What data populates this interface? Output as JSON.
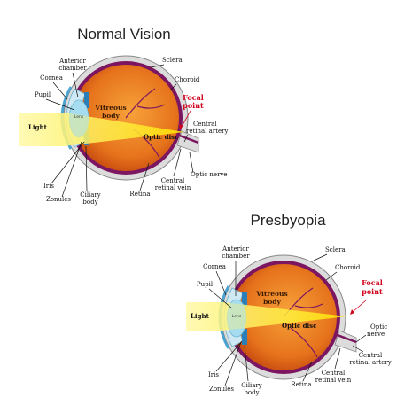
{
  "diagrams": [
    {
      "title": "Normal Vision",
      "labels": {
        "anterior_chamber": [
          "Anterior",
          "chamber"
        ],
        "cornea": "Cornea",
        "pupil": "Pupil",
        "light": "Light",
        "iris": "Iris",
        "zonules": "Zonules",
        "ciliary_body": [
          "Ciliary",
          "body"
        ],
        "lens": "Lens",
        "vitreous_body": [
          "Vitreous",
          "body"
        ],
        "sclera": "Sclera",
        "choroid": "Choroid",
        "focal_point": [
          "Focal",
          "point"
        ],
        "optic_disc": "Optic disc",
        "central_retinal_artery": [
          "Central",
          "retinal artery"
        ],
        "optic_nerve": "Optic nerve",
        "retina": "Retina",
        "central_retinal_vein": [
          "Central",
          "retinal vein"
        ]
      }
    },
    {
      "title": "Presbyopia",
      "labels": {
        "anterior_chamber": [
          "Anterior",
          "chamber"
        ],
        "cornea": "Cornea",
        "pupil": "Pupil",
        "light": "Light",
        "iris": "Iris",
        "zonules": "Zonules",
        "ciliary_body": [
          "Ciliary",
          "body"
        ],
        "lens": "Lens",
        "vitreous_body": [
          "Vitreous",
          "body"
        ],
        "sclera": "Sclera",
        "choroid": "Choroid",
        "focal_point": [
          "Focal",
          "point"
        ],
        "optic_disc": "Optic disc",
        "optic_nerve": [
          "Optic",
          "nerve"
        ],
        "retina": "Retina",
        "central_retinal_vein": [
          "Central",
          "retinal vein"
        ],
        "central_retinal_artery": [
          "Central",
          "retinal artery"
        ]
      }
    }
  ],
  "colors": {
    "sclera": "#e8e8e8",
    "choroid": "#8a1a6b",
    "vitreous": "#e67e22",
    "light_beam": "#fff200",
    "lens": "#9fd3e6",
    "focal_label": "#d0021b"
  }
}
